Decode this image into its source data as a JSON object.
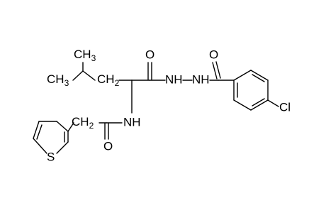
{
  "molecule": {
    "labels": {
      "ch3_top": "CH",
      "ch3_top_sub": "3",
      "ch3_left": "CH",
      "ch3_left_sub": "3",
      "ch2": "CH",
      "ch2_sub": "2",
      "o_amide_top": "O",
      "nh_left": "NH",
      "nh_right": "NH",
      "o_benzoyl": "O",
      "cl": "Cl",
      "ch2_lower": "CH",
      "ch2_lower_sub": "2",
      "nh_lower": "NH",
      "o_lower": "O",
      "s": "S"
    }
  }
}
